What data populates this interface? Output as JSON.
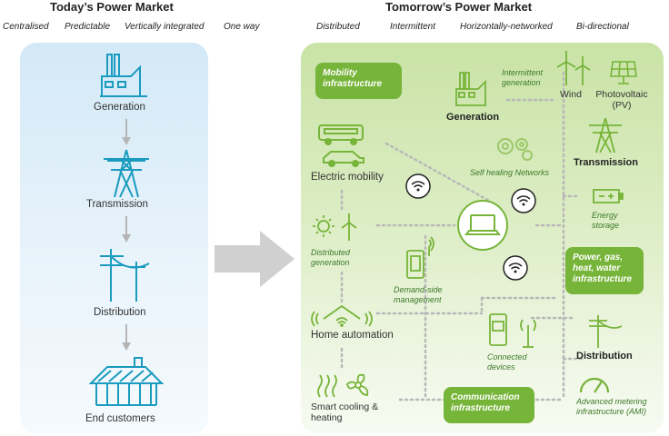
{
  "left": {
    "title": "Today’s Power Market",
    "attributes": [
      "Centralised",
      "Predictable",
      "Vertically integrated",
      "One way"
    ],
    "stages": [
      "Generation",
      "Transmission",
      "Distribution",
      "End customers"
    ]
  },
  "right": {
    "title": "Tomorrow’s Power Market",
    "attributes": [
      "Distributed",
      "Intermittent",
      "Horizontally-networked",
      "Bi-directional"
    ],
    "boxes": {
      "mobility": "Mobility infrastructure",
      "power": "Power, gas, heat, water infrastructure",
      "communication": "Communication infrastructure"
    },
    "labels": {
      "intermittent_generation": "Intermittent generation",
      "wind": "Wind",
      "pv": "Photovoltaic (PV)",
      "generation": "Generation",
      "transmission": "Transmission",
      "self_healing": "Self healing Networks",
      "electric_mobility": "Electric mobility",
      "energy_storage": "Energy storage",
      "distributed_generation": "Distributed generation",
      "demand_side": "Demand-side management",
      "home_automation": "Home automation",
      "connected_devices": "Connected devices",
      "distribution": "Distribution",
      "smart_cooling": "Smart cooling & heating",
      "ami": "Advanced metering infrastructure (AMI)"
    }
  },
  "colors": {
    "teal": "#1a9bbf",
    "green": "#77b43a",
    "dark_green": "#3c7a2a",
    "arrow_grey": "#d0d0d0"
  }
}
